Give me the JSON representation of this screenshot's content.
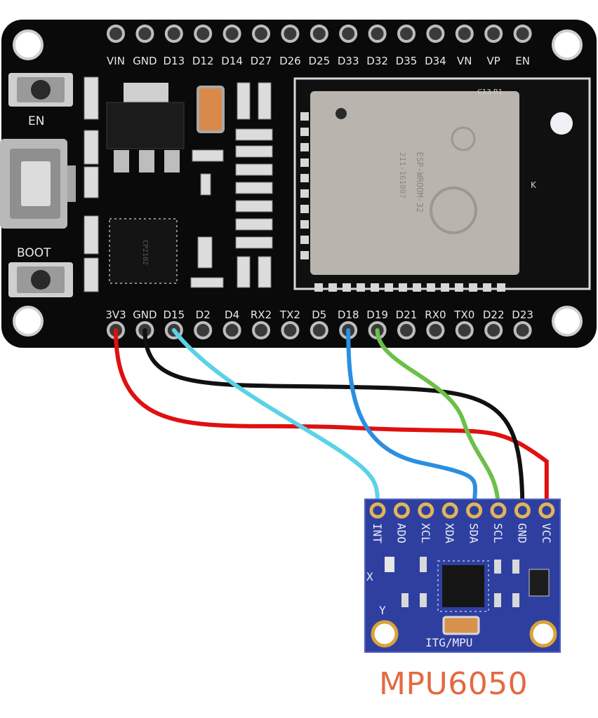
{
  "board": {
    "top_pins": [
      "VIN",
      "GND",
      "D13",
      "D12",
      "D14",
      "D27",
      "D26",
      "D25",
      "D33",
      "D32",
      "D35",
      "D34",
      "VN",
      "VP",
      "EN"
    ],
    "bottom_pins": [
      "3V3",
      "GND",
      "D15",
      "D2",
      "D4",
      "RX2",
      "TX2",
      "D5",
      "D18",
      "D19",
      "D21",
      "RX0",
      "TX0",
      "D22",
      "D23"
    ],
    "en_label": "EN",
    "boot_label": "BOOT",
    "module_text": "ESP-WROOM-32",
    "module_code": "211-161007",
    "chip_text": "CP2102",
    "antenna_label": "K",
    "corner_text": "C13 R1"
  },
  "sensor": {
    "pins": [
      "INT",
      "ADO",
      "XCL",
      "XDA",
      "SDA",
      "SCL",
      "GND",
      "VCC"
    ],
    "footer": "ITG/MPU",
    "axis_x": "X",
    "axis_y": "Y"
  },
  "wires": [
    {
      "from": "3V3",
      "to": "VCC",
      "color": "#e01010"
    },
    {
      "from": "GND",
      "to": "GND",
      "color": "#111111"
    },
    {
      "from": "D15",
      "to": "INT",
      "color": "#5bd2e6"
    },
    {
      "from": "D18",
      "to": "SDA",
      "color": "#2b8fe0"
    },
    {
      "from": "D19",
      "to": "SCL",
      "color": "#6cc04a"
    }
  ],
  "caption": "MPU6050"
}
